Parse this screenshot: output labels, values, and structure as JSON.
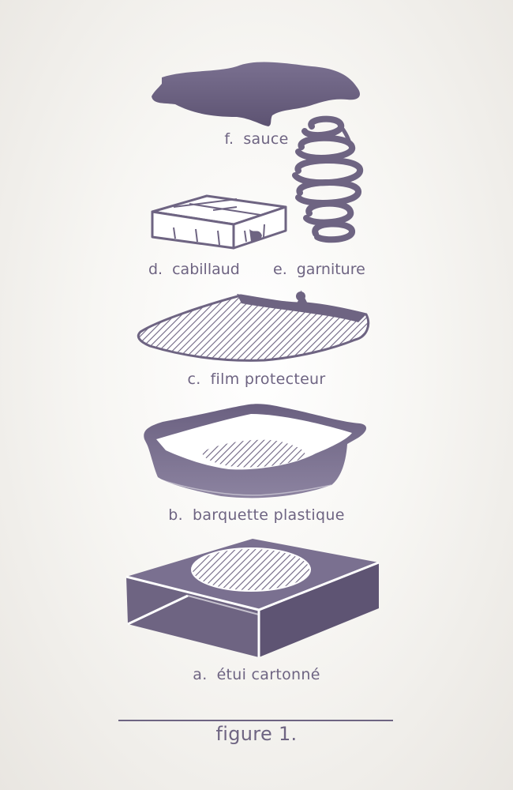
{
  "components": {
    "f": {
      "letter": "f.",
      "name": "sauce"
    },
    "d": {
      "letter": "d.",
      "name": "cabillaud"
    },
    "e": {
      "letter": "e.",
      "name": "garniture"
    },
    "c": {
      "letter": "c.",
      "name": "film protecteur"
    },
    "b": {
      "letter": "b.",
      "name": "barquette plastique"
    },
    "a": {
      "letter": "a.",
      "name": "étui cartonné"
    }
  },
  "figure_caption": "figure 1.",
  "colors": {
    "ink": "#6e6482",
    "ink_dark": "#5e5473",
    "ink_light": "#8e859e",
    "background": "#f7f6f3"
  }
}
